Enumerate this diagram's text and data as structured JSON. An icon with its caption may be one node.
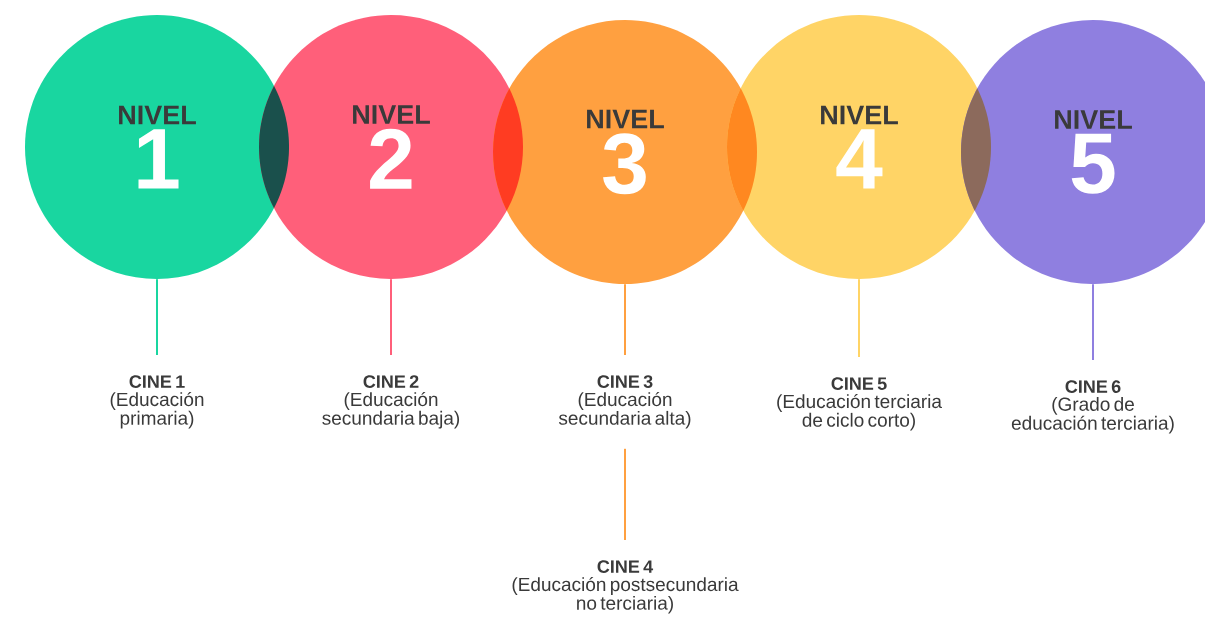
{
  "diagram": {
    "nodes": [
      {
        "text": [
          "NIVEL",
          "1"
        ]
      },
      {
        "text": [
          "NIVEL",
          "2"
        ]
      },
      {
        "text": [
          "NIVEL",
          "3"
        ]
      },
      {
        "text": [
          "NIVEL",
          "4"
        ]
      },
      {
        "text": [
          "NIVEL",
          "5"
        ]
      },
      {
        "text": [
          "CINE 1",
          "(Educación primaria)"
        ]
      },
      {
        "text": [
          "CINE 2",
          "(Educación secundaria baja)"
        ]
      },
      {
        "text": [
          "CINE 3",
          "(Educación secundaria alta)"
        ]
      },
      {
        "text": [
          "CINE 5",
          "(Educación terciaria de ciclo corto)"
        ]
      },
      {
        "text": [
          "CINE 6",
          "(Grado de educación terciaria)"
        ]
      },
      {
        "text": [
          "CINE 4",
          "(Educación postsecundaria no terciaria)"
        ]
      }
    ],
    "edges": [
      {
        "from": 0,
        "to": 5,
        "arrow": "none",
        "color": "#19d6a0"
      },
      {
        "from": 1,
        "to": 6,
        "arrow": "none",
        "color": "#ff5f7a"
      },
      {
        "from": 2,
        "to": 7,
        "arrow": "none",
        "color": "#ffa040"
      },
      {
        "from": 3,
        "to": 8,
        "arrow": "none",
        "color": "#ffd466"
      },
      {
        "from": 4,
        "to": 9,
        "arrow": "none",
        "color": "#8f7fe0"
      },
      {
        "from": 7,
        "to": 10,
        "arrow": "none",
        "color": "#ffa040"
      }
    ]
  }
}
